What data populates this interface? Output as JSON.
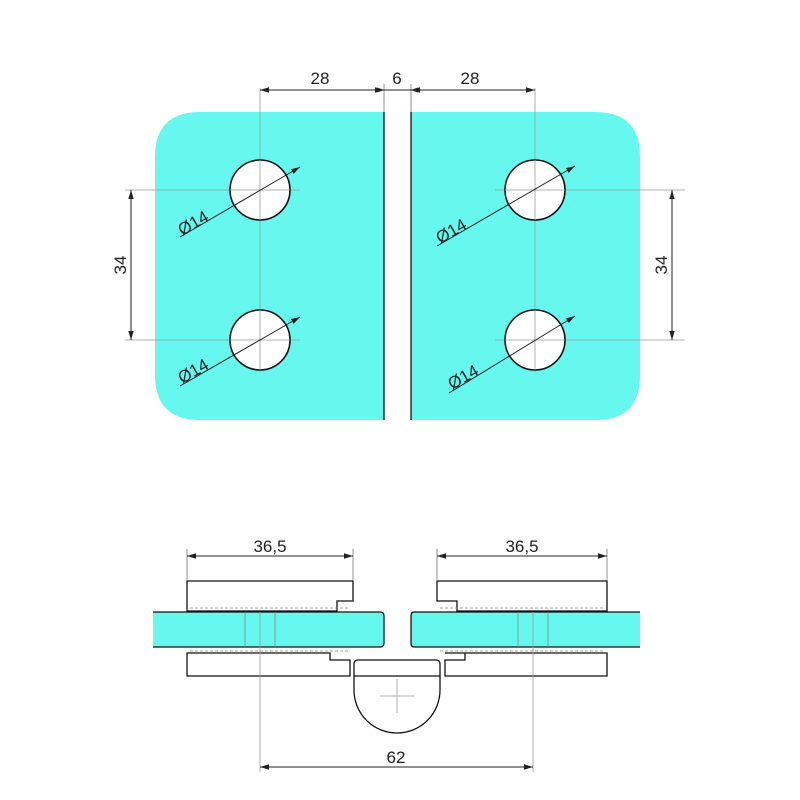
{
  "top_view": {
    "dim_hole_offset_left": "28",
    "dim_gap": "6",
    "dim_hole_offset_right": "28",
    "dim_spacing_left": "34",
    "dim_spacing_right": "34",
    "hole_diameter_labels": [
      "Ø14",
      "Ø14",
      "Ø14",
      "Ø14"
    ]
  },
  "side_view": {
    "dim_plate_left": "36,5",
    "dim_plate_right": "36,5",
    "dim_overall_centers": "62"
  },
  "colors": {
    "glass": "#66f7ef",
    "line": "#111111"
  }
}
